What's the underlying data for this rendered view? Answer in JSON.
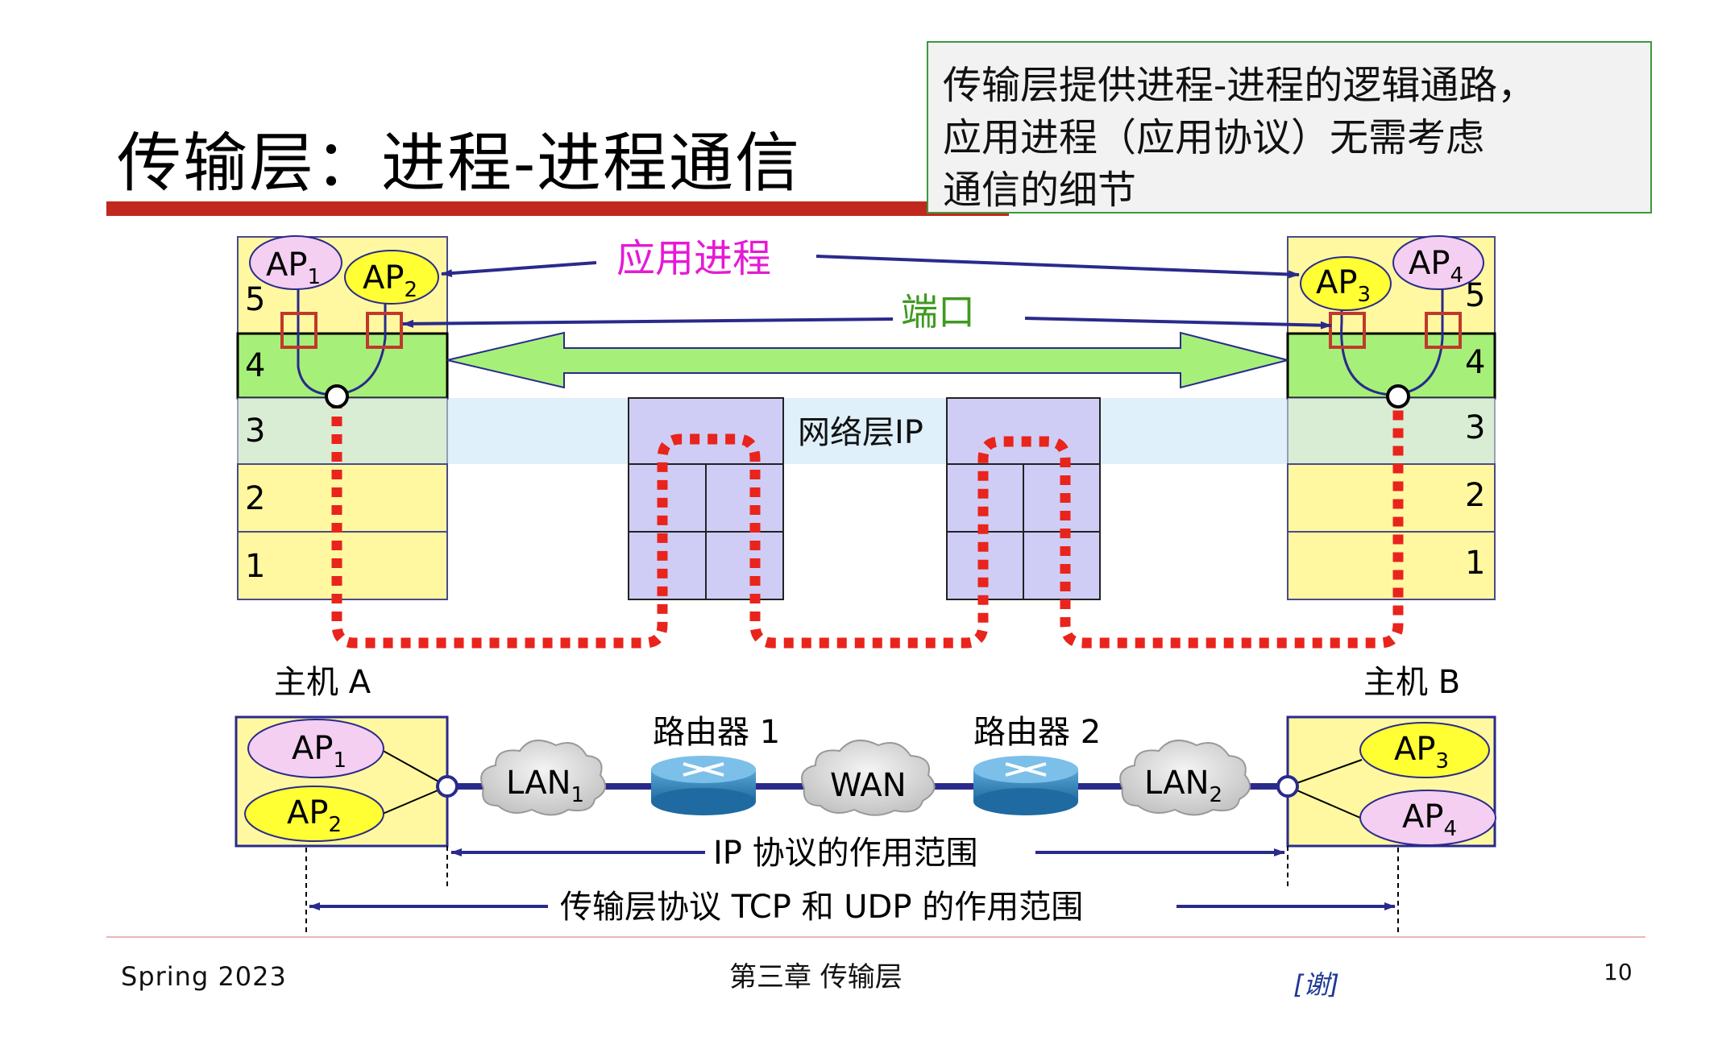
{
  "slide": {
    "title": "传输层：进程-进程通信",
    "note_lines": [
      "传输层提供进程-进程的逻辑通路，",
      "应用进程（应用协议）无需考虑",
      "通信的细节"
    ]
  },
  "diagram": {
    "layer_numbers": [
      "5",
      "4",
      "3",
      "2",
      "1"
    ],
    "app_process_label": "应用进程",
    "port_label": "端口",
    "network_layer_label": "网络层IP",
    "host_a_label": "主机 A",
    "host_b_label": "主机 B",
    "router1_label": "路由器 1",
    "router2_label": "路由器 2",
    "ap_base": "AP",
    "ap_subs": [
      "1",
      "2",
      "3",
      "4"
    ],
    "clouds": [
      {
        "base": "LAN",
        "sub": "1"
      },
      {
        "base": "WAN",
        "sub": ""
      },
      {
        "base": "LAN",
        "sub": "2"
      }
    ],
    "ip_scope_label": "IP 协议的作用范围",
    "transport_scope_label": "传输层协议 TCP 和 UDP 的作用范围",
    "colors": {
      "layer_yellow": "#fff8a0",
      "layer4_green": "#a6f07a",
      "network_band": "#dff0fb",
      "router_box": "#cfcdf5",
      "ap_pink": "#f4cff2",
      "ap_yellow": "#ffff33",
      "dotted_path": "#e8241c",
      "arrow_blue": "#2a2a8c",
      "app_label": "#e619d6",
      "port_label": "#3f9a1f",
      "port_box": "#c0392b"
    }
  },
  "footer": {
    "left": "Spring 2023",
    "center": "第三章 传输层",
    "author": "[谢]",
    "page": "10"
  }
}
